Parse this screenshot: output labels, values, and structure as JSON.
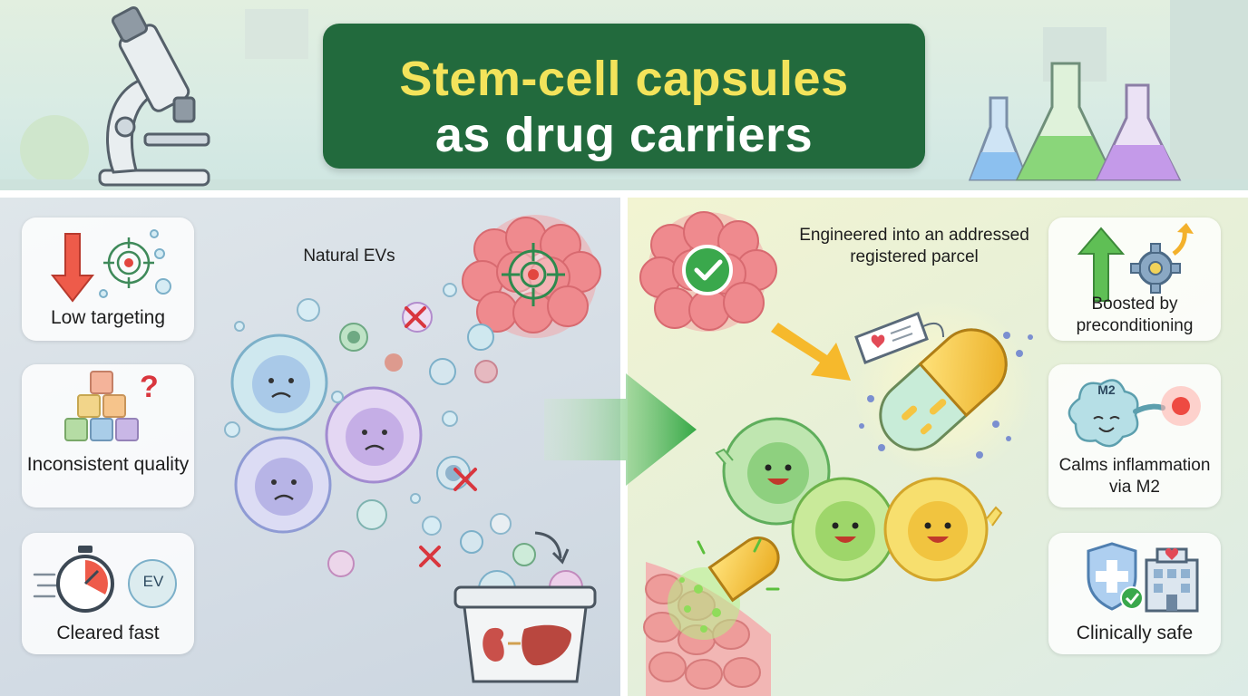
{
  "title": {
    "line1": "Stem-cell capsules",
    "line2": "as drug carriers"
  },
  "left_panel": {
    "heading": "Natural EVs",
    "cards": [
      {
        "label": "Low targeting",
        "icon": "target-down-icon"
      },
      {
        "label": "Inconsistent quality",
        "icon": "blocks-question-icon"
      },
      {
        "label": "Cleared fast",
        "icon": "stopwatch-ev-icon"
      }
    ],
    "ev_badge": "EV"
  },
  "right_panel": {
    "heading": "Engineered into an addressed registered parcel",
    "cards": [
      {
        "label": "Boosted by preconditioning",
        "icon": "arrow-up-gear-icon"
      },
      {
        "label": "Calms inflammation via M2",
        "icon": "macrophage-icon"
      },
      {
        "label": "Clinically safe",
        "icon": "shield-hospital-icon"
      }
    ],
    "m2_badge": "M2"
  },
  "colors": {
    "title_box": "#226a3d",
    "title_yellow": "#f3e35b",
    "arrow_green": "#3fae4a",
    "capsule_yellow": "#f2c230",
    "tumor_pink": "#ef8a8e"
  }
}
